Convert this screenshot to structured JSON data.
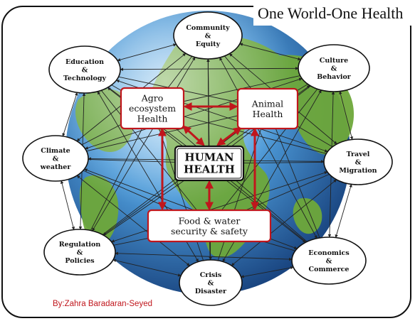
{
  "title": "One World-One Health",
  "credit": "By:Zahra Baradaran-Seyed",
  "colors": {
    "accent": "#c0161c",
    "ocean": "#2f7fc4",
    "land": "#6ea83a",
    "text": "#111111"
  },
  "outer_nodes": [
    {
      "id": "community",
      "lines": [
        "Community",
        "&",
        "Equity"
      ]
    },
    {
      "id": "education",
      "lines": [
        "Education",
        "&",
        "Technology"
      ]
    },
    {
      "id": "culture",
      "lines": [
        "Culture",
        "&",
        "Behavior"
      ]
    },
    {
      "id": "climate",
      "lines": [
        "Climate",
        "&",
        "weather"
      ]
    },
    {
      "id": "travel",
      "lines": [
        "Travel",
        "&",
        "Migration"
      ]
    },
    {
      "id": "regulation",
      "lines": [
        "Regulation",
        "&",
        "Policies"
      ]
    },
    {
      "id": "economics",
      "lines": [
        "Economics",
        "&",
        "Commerce"
      ]
    },
    {
      "id": "crisis",
      "lines": [
        "Crisis",
        "&",
        "Disaster"
      ]
    }
  ],
  "inner_nodes": [
    {
      "id": "agro",
      "lines": [
        "Agro",
        "ecosystem",
        "Health"
      ]
    },
    {
      "id": "animal",
      "lines": [
        "Animal",
        "Health"
      ]
    },
    {
      "id": "food",
      "lines": [
        "Food & water",
        "security & safety"
      ]
    }
  ],
  "core_node": {
    "id": "human",
    "lines": [
      "HUMAN",
      "HEALTH"
    ]
  }
}
